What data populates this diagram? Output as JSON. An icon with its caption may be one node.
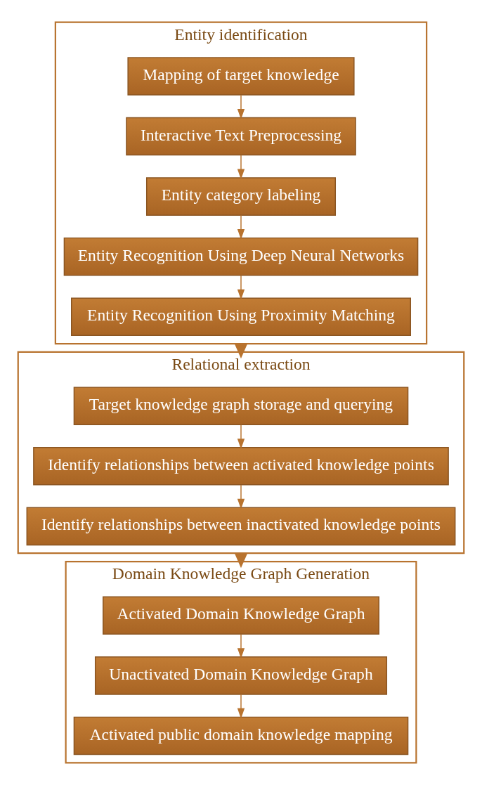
{
  "diagram": {
    "nodes": [
      {
        "text": [
          "Entity identification"
        ]
      },
      {
        "text": [
          "Mapping of target knowledge"
        ],
        "in": 0
      },
      {
        "text": [
          "Interactive Text Preprocessing"
        ],
        "in": 0
      },
      {
        "text": [
          "Entity category labeling"
        ],
        "in": 0
      },
      {
        "text": [
          "Entity Recognition Using Deep Neural Networks"
        ],
        "in": 0
      },
      {
        "text": [
          "Entity Recognition Using Proximity Matching"
        ],
        "in": 0
      },
      {
        "text": [
          "Relational extraction"
        ]
      },
      {
        "text": [
          "Target knowledge graph storage and querying"
        ],
        "in": 6
      },
      {
        "text": [
          "Identify relationships between activated knowledge points"
        ],
        "in": 6
      },
      {
        "text": [
          "Identify relationships between inactivated knowledge points"
        ],
        "in": 6
      },
      {
        "text": [
          "Domain Knowledge Graph Generation"
        ]
      },
      {
        "text": [
          "Activated Domain Knowledge Graph"
        ],
        "in": 10
      },
      {
        "text": [
          "Unactivated Domain Knowledge Graph"
        ],
        "in": 10
      },
      {
        "text": [
          "Activated public domain knowledge mapping"
        ],
        "in": 10
      }
    ],
    "edges": [
      {
        "from": 1,
        "to": 2,
        "arrow": "to"
      },
      {
        "from": 2,
        "to": 3,
        "arrow": "to"
      },
      {
        "from": 3,
        "to": 4,
        "arrow": "to"
      },
      {
        "from": 4,
        "to": 5,
        "arrow": "to"
      },
      {
        "from": 0,
        "to": 6,
        "arrow": "to",
        "style": "thick"
      },
      {
        "from": 7,
        "to": 8,
        "arrow": "to"
      },
      {
        "from": 8,
        "to": 9,
        "arrow": "to"
      },
      {
        "from": 6,
        "to": 10,
        "arrow": "to",
        "style": "thick"
      },
      {
        "from": 11,
        "to": 12,
        "arrow": "to"
      },
      {
        "from": 12,
        "to": 13,
        "arrow": "to"
      }
    ]
  }
}
